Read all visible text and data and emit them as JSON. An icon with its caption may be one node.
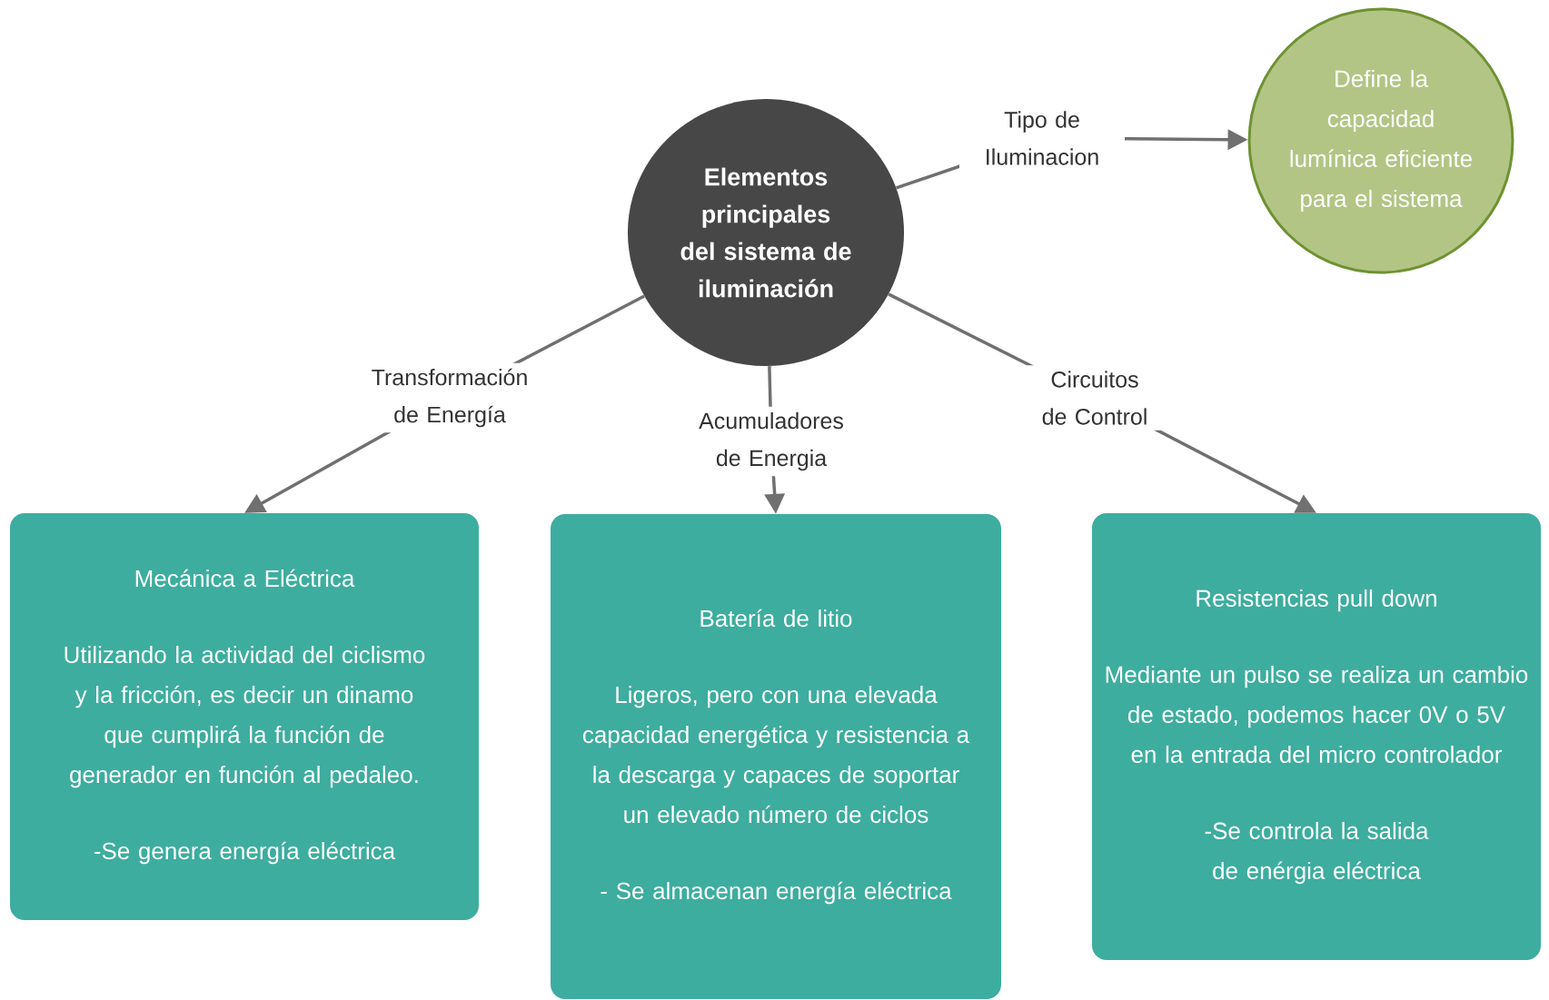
{
  "diagram": {
    "nodes": [
      {
        "text": [
          "Elementos principales del sistema de iluminación"
        ]
      },
      {
        "text": [
          "Define la capacidad lumínica eficiente para el sistema"
        ]
      },
      {
        "text": [
          "Mecánica a Eléctrica",
          "Utilizando la actividad del ciclismo y la fricción, es decir un dinamo que cumplirá la función de generador en función al pedaleo.",
          "-Se genera energía eléctrica"
        ]
      },
      {
        "text": [
          "Batería de litio",
          "Ligeros, pero con una elevada capacidad energética y resistencia a la descarga y capaces de soportar un elevado número de ciclos",
          "- Se almacenan energía eléctrica"
        ]
      },
      {
        "text": [
          "Resistencias pull down",
          "Mediante un pulso  se realiza un cambio de estado, podemos hacer 0V o 5V en la entrada del micro controlador",
          "-Se controla la salida de enérgia eléctrica"
        ]
      }
    ],
    "edges": [
      {
        "from": 0,
        "to": 1,
        "arrow": "to",
        "label": "Tipo de Iluminacion"
      },
      {
        "from": 0,
        "to": 2,
        "arrow": "to",
        "label": "Transformación de Energía"
      },
      {
        "from": 0,
        "to": 3,
        "arrow": "to",
        "label": "Acumuladores de Energia"
      },
      {
        "from": 0,
        "to": 4,
        "arrow": "to",
        "label": "Circuitos de Control"
      }
    ]
  }
}
